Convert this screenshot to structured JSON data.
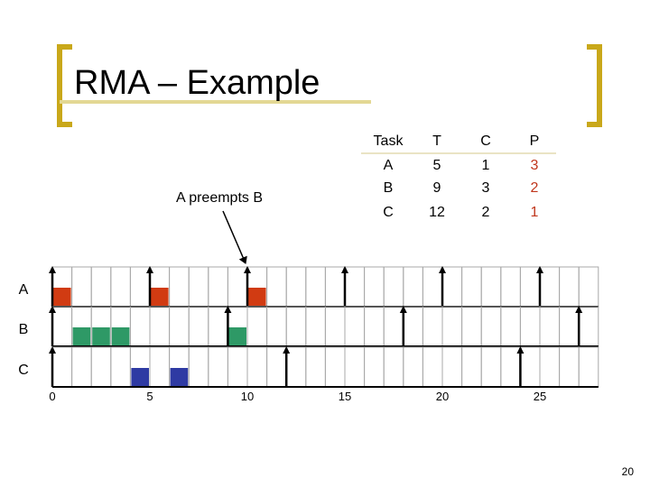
{
  "slide": {
    "title": "RMA – Example",
    "annotation": "A preempts B",
    "page_number": "20"
  },
  "table": {
    "headers": [
      "Task",
      "T",
      "C",
      "P"
    ],
    "rows": [
      [
        "A",
        "5",
        "1",
        "3"
      ],
      [
        "B",
        "9",
        "3",
        "2"
      ],
      [
        "C",
        "12",
        "2",
        "1"
      ]
    ]
  },
  "schedule": {
    "time_ticks": [
      "0",
      "5",
      "10",
      "15",
      "20",
      "25"
    ],
    "rows": [
      {
        "label": "A",
        "color": "#d13b12",
        "run": [
          0,
          5,
          10
        ],
        "arrivals": [
          0,
          5,
          10,
          15,
          20,
          25
        ]
      },
      {
        "label": "B",
        "color": "#2e9966",
        "run": [
          1,
          2,
          3,
          9
        ],
        "arrivals": [
          0,
          9,
          18,
          27
        ]
      },
      {
        "label": "C",
        "color": "#2e3aa3",
        "run": [
          4,
          6
        ],
        "arrivals": [
          0,
          12,
          24
        ]
      }
    ]
  },
  "colors": {
    "bracket": "#c9a81a",
    "table_line": "#d4c98a",
    "priority_highlight": "#c0361c",
    "grid_line": "#a8a8a8"
  }
}
